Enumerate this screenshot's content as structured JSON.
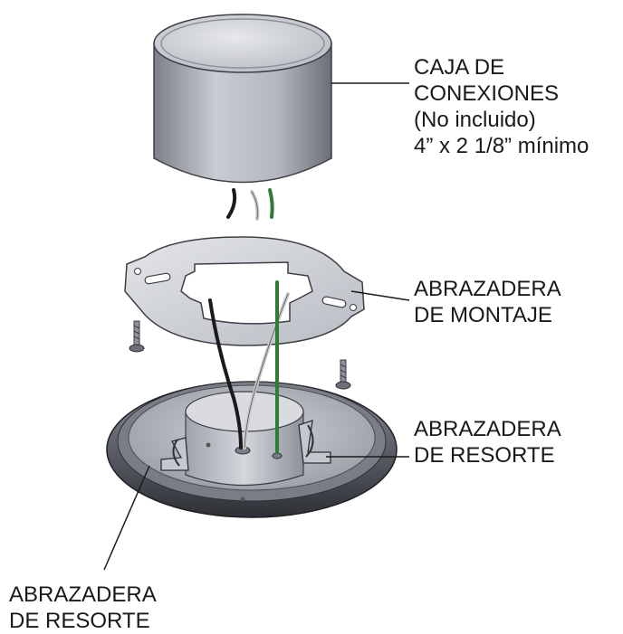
{
  "labels": {
    "junction_box": {
      "line1": "CAJA DE",
      "line2": "CONEXIONES",
      "line3": "(No incluido)",
      "line4": "4” x 2 1/8” mínimo"
    },
    "mounting_bracket": {
      "line1": "ABRAZADERA",
      "line2": "DE MONTAJE"
    },
    "spring_clip_right": {
      "line1": "ABRAZADERA",
      "line2": "DE RESORTE"
    },
    "spring_clip_left": {
      "line1": "ABRAZADERA",
      "line2": "DE RESORTE"
    }
  },
  "colors": {
    "metal_light": "#d9dbe0",
    "metal_mid": "#a9acb3",
    "metal_dark": "#5d6068",
    "wire_black": "#1b1b1b",
    "wire_white": "#c8c8c8",
    "wire_green": "#2e7d32",
    "text": "#1a1a1a"
  }
}
